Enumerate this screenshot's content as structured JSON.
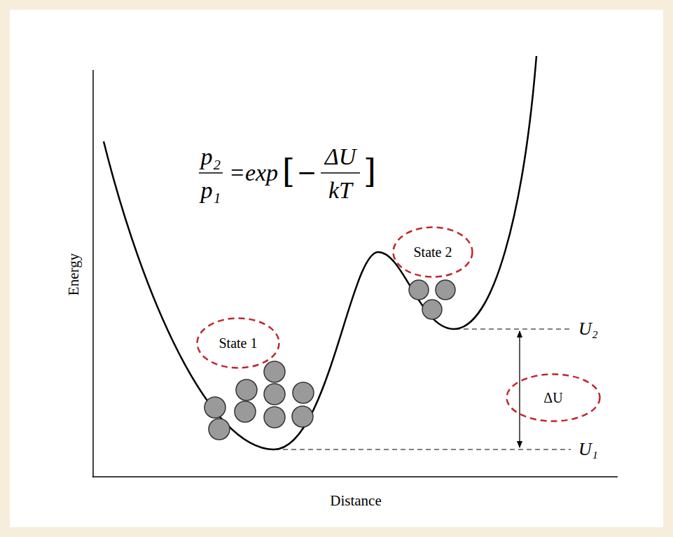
{
  "diagram": {
    "nodes": [
      {
        "text": [
          "State 1"
        ]
      },
      {
        "text": [
          "State 2"
        ]
      },
      {
        "text": [
          "ΔU"
        ]
      }
    ],
    "labels": [
      "p₂",
      "p₁",
      "=exp",
      "[",
      "−",
      "ΔU",
      "kT",
      "]",
      "Energy",
      "Distance",
      "U₂",
      "U₁"
    ]
  }
}
